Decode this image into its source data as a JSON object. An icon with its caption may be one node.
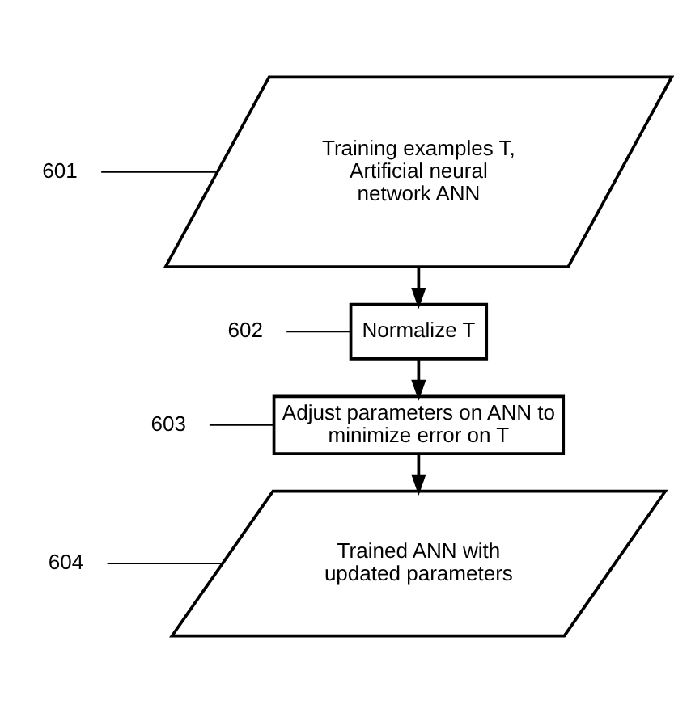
{
  "diagram": {
    "nodes": [
      {
        "text": [
          "Training examples T, Artificial neural network ANN"
        ]
      },
      {
        "text": [
          "601"
        ]
      },
      {
        "text": [
          "Normalize T"
        ]
      },
      {
        "text": [
          "602"
        ]
      },
      {
        "text": [
          "Adjust parameters on ANN to minimize error on T"
        ]
      },
      {
        "text": [
          "603"
        ]
      },
      {
        "text": [
          "Trained ANN with updated parameters"
        ]
      },
      {
        "text": [
          "604"
        ]
      }
    ],
    "edges": [
      {
        "from": 0,
        "to": 2,
        "arrow": "to"
      },
      {
        "from": 2,
        "to": 4,
        "arrow": "to"
      },
      {
        "from": 4,
        "to": 6,
        "arrow": "to"
      },
      {
        "from": 1,
        "to": 0,
        "arrow": "none"
      },
      {
        "from": 3,
        "to": 2,
        "arrow": "none"
      },
      {
        "from": 5,
        "to": 4,
        "arrow": "none"
      },
      {
        "from": 7,
        "to": 6,
        "arrow": "none"
      }
    ]
  }
}
